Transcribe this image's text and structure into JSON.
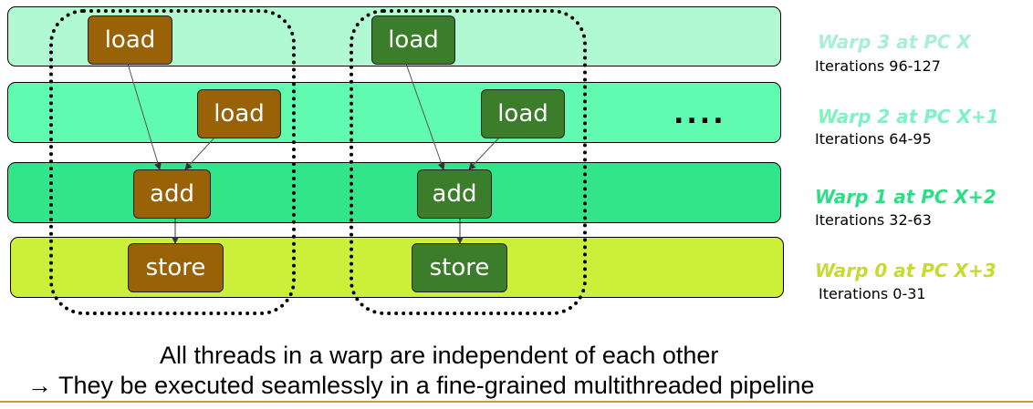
{
  "bands": [
    {
      "name": "warp-3-band",
      "color": "#b1f9d2"
    },
    {
      "name": "warp-2-band",
      "color": "#60fbb0"
    },
    {
      "name": "warp-1-band",
      "color": "#33e58a"
    },
    {
      "name": "warp-0-band",
      "color": "#ccef3a"
    }
  ],
  "ops": {
    "load": "load",
    "add": "add",
    "store": "store"
  },
  "op_colors": {
    "brown": "#9a6206",
    "green": "#3b7d2a"
  },
  "ellipsis": "....",
  "warps": [
    {
      "title": "Warp 3 at PC X",
      "iterations": "Iterations  96-127",
      "color": "#a8f0d4"
    },
    {
      "title": "Warp 2 at PC X+1",
      "iterations": "Iterations  64-95",
      "color": "#7ef2c0"
    },
    {
      "title": "Warp 1 at PC X+2",
      "iterations": "Iterations  32-63",
      "color": "#2cdf86"
    },
    {
      "title": "Warp 0 at PC X+3",
      "iterations": "Iterations  0-31",
      "color": "#c4dc2c"
    }
  ],
  "caption": {
    "line1": "All threads in a warp are independent of each other",
    "line2": "→ They be executed seamlessly in a fine-grained multithreaded pipeline"
  }
}
